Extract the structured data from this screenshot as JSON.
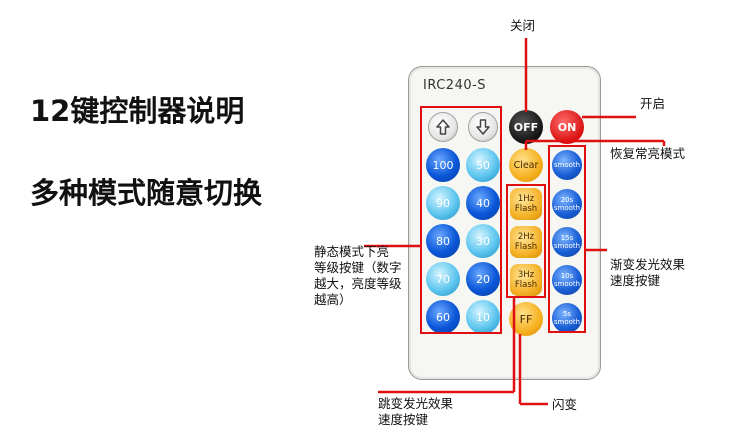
{
  "headings": {
    "title": "12键控制器说明",
    "subtitle": "多种模式随意切换"
  },
  "remote": {
    "model": "IRC240-S",
    "buttons": {
      "off": "OFF",
      "on": "ON",
      "clear": "Clear",
      "ff": "FF",
      "levels_left": [
        "100",
        "90",
        "80",
        "70",
        "60"
      ],
      "levels_right": [
        "50",
        "40",
        "30",
        "20",
        "10"
      ],
      "flash": [
        {
          "line1": "1Hz",
          "line2": "Flash"
        },
        {
          "line1": "2Hz",
          "line2": "Flash"
        },
        {
          "line1": "3Hz",
          "line2": "Flash"
        }
      ],
      "smooth": [
        {
          "line1": "",
          "line2": "smooth"
        },
        {
          "line1": "20s",
          "line2": "smooth"
        },
        {
          "line1": "15s",
          "line2": "smooth"
        },
        {
          "line1": "10s",
          "line2": "smooth"
        },
        {
          "line1": "5s",
          "line2": "smooth"
        }
      ]
    },
    "icons": [
      "arrow-up-icon",
      "arrow-down-icon"
    ]
  },
  "callouts": {
    "off": "关闭",
    "on": "开启",
    "restore": "恢复常亮模式",
    "static_line1": "静态模式下亮",
    "static_line2": "等级按键（数字",
    "static_line3": "越大，亮度等级",
    "static_line4": "越高）",
    "smooth_line1": "渐变发光效果",
    "smooth_line2": "速度按键",
    "jump_line1": "跳变发光效果",
    "jump_line2": "速度按键",
    "flash": "闪变"
  },
  "colors": {
    "annotation_red": "#e01010",
    "on_red": "#d80f0f",
    "dark_blue": "#0a56d8",
    "light_blue": "#5ec6ef",
    "orange": "#f5b01e"
  }
}
